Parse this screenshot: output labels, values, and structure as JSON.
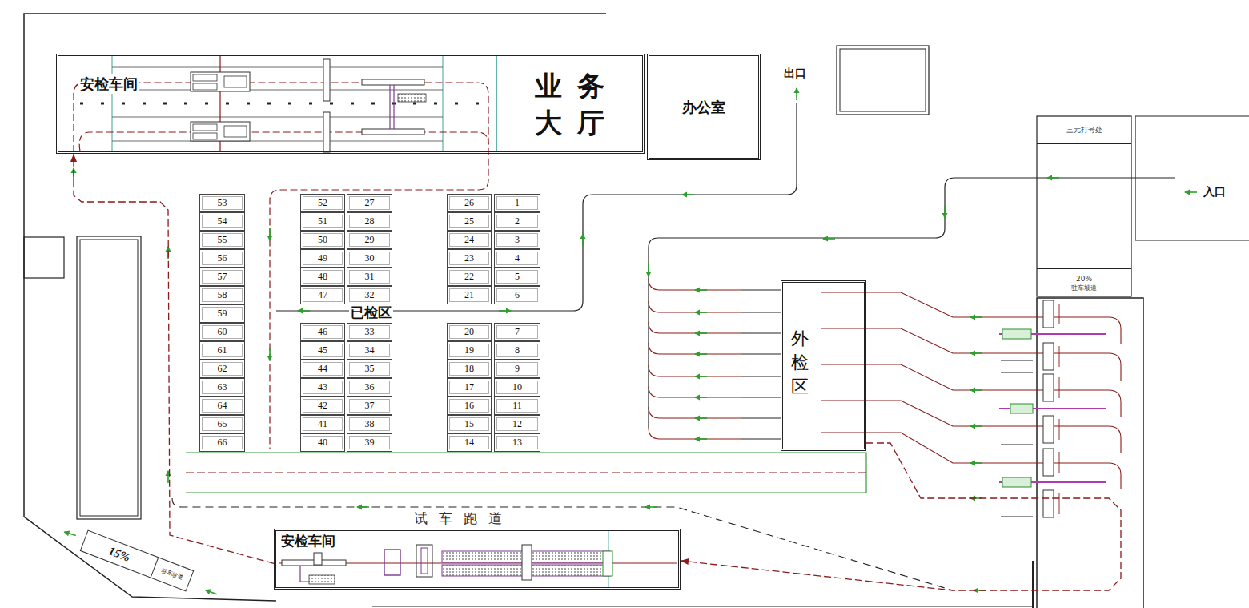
{
  "diagram": {
    "nodes": [
      {
        "text": [
          "安检车间"
        ]
      },
      {
        "text": [
          "业务大厅"
        ],
        "in": 0
      },
      {
        "text": [
          "办公室"
        ]
      },
      {
        "text": [
          "三元打号处"
        ]
      },
      {
        "text": [
          "53"
        ]
      },
      {
        "text": [
          "52"
        ]
      },
      {
        "text": [
          "27"
        ]
      },
      {
        "text": [
          "26"
        ]
      },
      {
        "text": [
          "1"
        ]
      },
      {
        "text": [
          "54"
        ]
      },
      {
        "text": [
          "51"
        ]
      },
      {
        "text": [
          "28"
        ]
      },
      {
        "text": [
          "25"
        ]
      },
      {
        "text": [
          "2"
        ]
      },
      {
        "text": [
          "55"
        ]
      },
      {
        "text": [
          "50"
        ]
      },
      {
        "text": [
          "29"
        ]
      },
      {
        "text": [
          "24"
        ]
      },
      {
        "text": [
          "3"
        ]
      },
      {
        "text": [
          "56"
        ]
      },
      {
        "text": [
          "49"
        ]
      },
      {
        "text": [
          "30"
        ]
      },
      {
        "text": [
          "23"
        ]
      },
      {
        "text": [
          "4"
        ]
      },
      {
        "text": [
          "57"
        ]
      },
      {
        "text": [
          "48"
        ]
      },
      {
        "text": [
          "31"
        ]
      },
      {
        "text": [
          "22"
        ]
      },
      {
        "text": [
          "5"
        ]
      },
      {
        "text": [
          "58"
        ]
      },
      {
        "text": [
          "47"
        ]
      },
      {
        "text": [
          "32"
        ]
      },
      {
        "text": [
          "21"
        ]
      },
      {
        "text": [
          "6"
        ]
      },
      {
        "text": [
          "59"
        ]
      },
      {
        "text": [
          "60"
        ]
      },
      {
        "text": [
          "46"
        ]
      },
      {
        "text": [
          "33"
        ]
      },
      {
        "text": [
          "20"
        ]
      },
      {
        "text": [
          "7"
        ]
      },
      {
        "text": [
          "61"
        ]
      },
      {
        "text": [
          "45"
        ]
      },
      {
        "text": [
          "34"
        ]
      },
      {
        "text": [
          "19"
        ]
      },
      {
        "text": [
          "8"
        ]
      },
      {
        "text": [
          "62"
        ]
      },
      {
        "text": [
          "44"
        ]
      },
      {
        "text": [
          "35"
        ]
      },
      {
        "text": [
          "18"
        ]
      },
      {
        "text": [
          "9"
        ]
      },
      {
        "text": [
          "63"
        ]
      },
      {
        "text": [
          "43"
        ]
      },
      {
        "text": [
          "36"
        ]
      },
      {
        "text": [
          "17"
        ]
      },
      {
        "text": [
          "10"
        ]
      },
      {
        "text": [
          "64"
        ]
      },
      {
        "text": [
          "42"
        ]
      },
      {
        "text": [
          "37"
        ]
      },
      {
        "text": [
          "16"
        ]
      },
      {
        "text": [
          "11"
        ]
      },
      {
        "text": [
          "65"
        ]
      },
      {
        "text": [
          "41"
        ]
      },
      {
        "text": [
          "38"
        ]
      },
      {
        "text": [
          "15"
        ]
      },
      {
        "text": [
          "12"
        ]
      },
      {
        "text": [
          "66"
        ]
      },
      {
        "text": [
          "40"
        ]
      },
      {
        "text": [
          "39"
        ]
      },
      {
        "text": [
          "14"
        ]
      },
      {
        "text": [
          "13"
        ]
      },
      {
        "text": [
          "20%",
          "驻车坡道"
        ]
      },
      {
        "text": [
          "外检区"
        ]
      },
      {
        "text": [
          "安检车间"
        ]
      },
      {
        "text": [
          "15%",
          "驻车坡道"
        ]
      }
    ],
    "edges": [
      {
        "from": 72,
        "to": 0,
        "arrow": "to"
      },
      {
        "from": 71,
        "to": 72,
        "arrow": "to"
      }
    ],
    "labels": [
      "出口",
      "入口",
      "已检区",
      "试车跑道"
    ]
  }
}
